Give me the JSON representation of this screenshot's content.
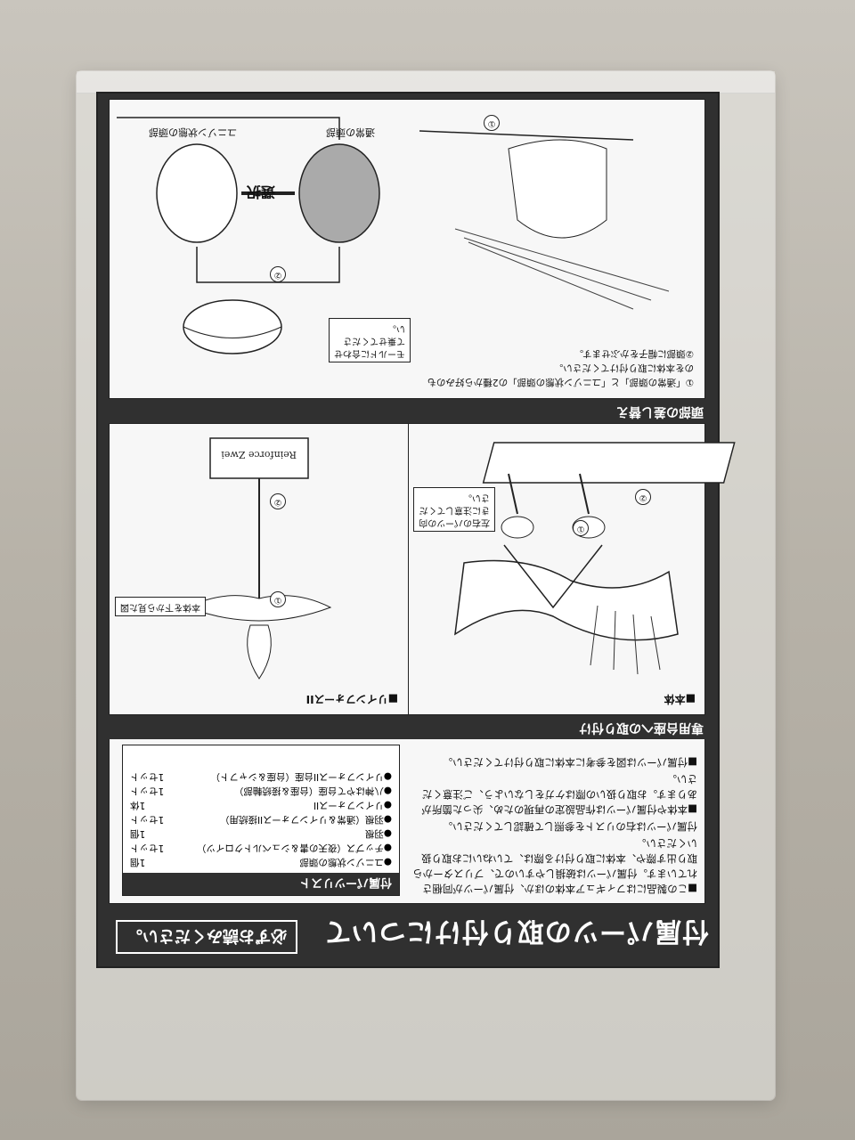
{
  "document": {
    "main_title": "付属パーツの取り付けについて",
    "must_read": "必ずお読みください。",
    "intro_paragraphs": [
      "■この製品にはフィギュア本体のほか、付属パーツが同梱されています。付属パーツは破損しやすいので、ブリスターから取り出す際や、本体に取り付ける際は、ていねいにお取り扱いください。",
      "付属パーツは右のリストを参照して確認してください。",
      "■本体や付属パーツは作品設定の再現のため、尖った箇所があります。お取り扱いの際はケガをしないよう、ご注意ください。",
      "■付属パーツは図を参考に本体に取り付けてください。"
    ],
    "parts_list": {
      "title": "付属パーツリスト",
      "items": [
        {
          "name": "●ユニゾン状態の頭部",
          "qty": "1個"
        },
        {
          "name": "●チップス（夜天の書＆シュベルトクロイツ）",
          "qty": "1セット"
        },
        {
          "name": "●羽根",
          "qty": "1個"
        },
        {
          "name": "●羽根（通常＆リインフォースII接続用）",
          "qty": "1セット"
        },
        {
          "name": "●リインフォースII",
          "qty": "1体"
        },
        {
          "name": "●八神はやて台座（台座＆接続軸部）",
          "qty": "1セット"
        },
        {
          "name": "●リインフォースII台座（台座＆シャフト）",
          "qty": "1セット"
        }
      ]
    },
    "section_stand": {
      "title": "専用台座への取り付け",
      "main_body_label": "■本体",
      "rein_label": "■リインフォースII",
      "callout_left_right": "左右のパーツの向きに注意してください。",
      "callout_view_from_below": "本体を下から見た図",
      "base_brand": "Reinforce Zwei",
      "step1": "①",
      "step2": "②"
    },
    "section_head": {
      "title": "頭部の差し替え",
      "note_1": "①「通常の頭部」と「ユニゾン状態の頭部」の2種から好みのものを本体に取り付けてください。",
      "note_2": "②頭部に帽子をかぶせます。",
      "select_label": "選択",
      "head_normal_caption": "通常の頭部",
      "head_unison_caption": "ユニゾン状態の頭部",
      "callout_hat": "モールドに合わせて乗せてください。",
      "step1": "①",
      "step2": "②"
    }
  },
  "colors": {
    "sheet_border": "#303030",
    "panel_bg": "#f7f7f7",
    "background": "#b9b4ab"
  }
}
